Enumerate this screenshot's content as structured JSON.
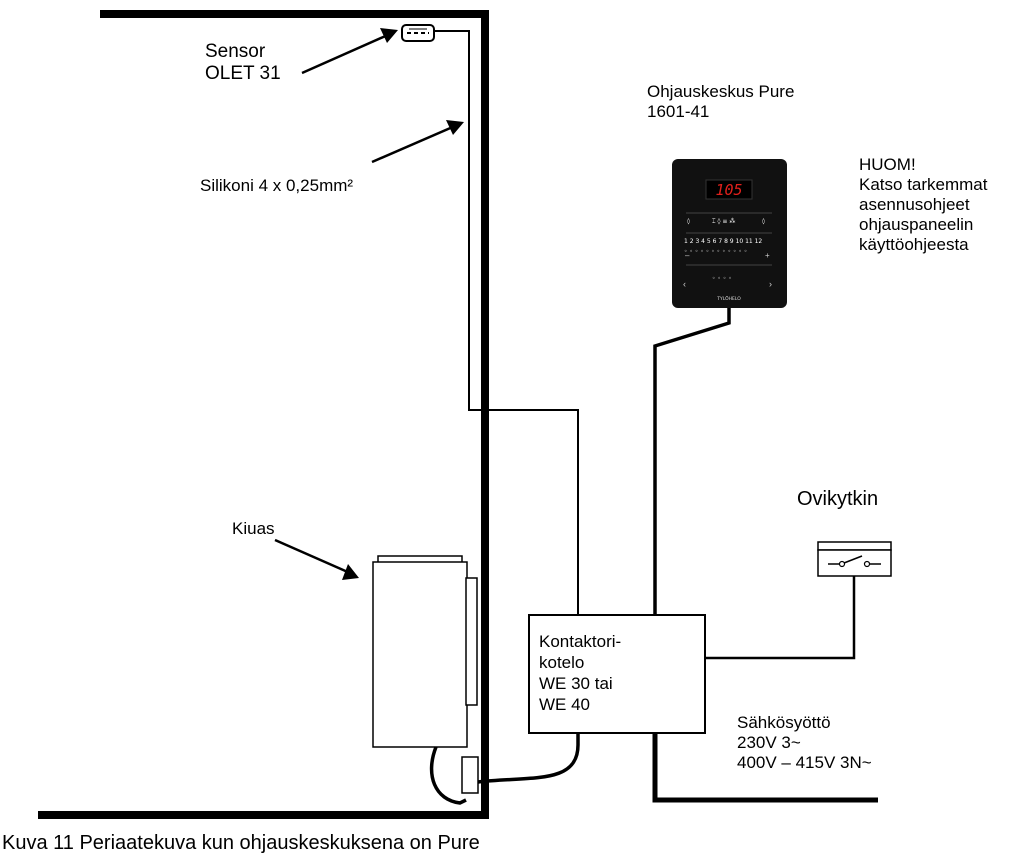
{
  "sensor": {
    "line1": "Sensor",
    "line2": "OLET 31"
  },
  "cable": {
    "label": "Silikoni 4 x 0,25mm²"
  },
  "control_unit": {
    "line1": "Ohjauskeskus Pure",
    "line2": "1601-41"
  },
  "note": {
    "lines": [
      "HUOM!",
      "Katso tarkemmat",
      "asennusohjeet",
      "ohjauspaneelin",
      "käyttöohjeesta"
    ]
  },
  "panel": {
    "display": "105",
    "brand": "TYLÖHELO"
  },
  "heater": {
    "label": "Kiuas"
  },
  "door_switch": {
    "label": "Ovikytkin"
  },
  "contactor": {
    "lines": [
      "Kontaktori-",
      "kotelo",
      "WE 30 tai",
      "WE 40"
    ]
  },
  "power": {
    "lines": [
      "Sähkösyöttö",
      "230V 3~",
      "400V – 415V 3N~"
    ]
  },
  "caption": "Kuva 11 Periaatekuva kun ohjauskeskuksena on Pure",
  "colors": {
    "panel_bg": "#111111",
    "display_red": "#e0201b",
    "line": "#000000"
  }
}
